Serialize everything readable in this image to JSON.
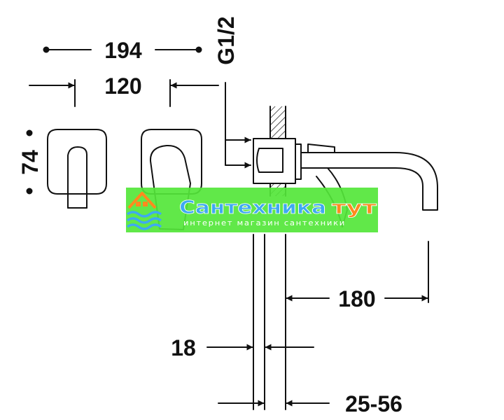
{
  "dimensions": {
    "overall_width": "194",
    "plate_spacing": "120",
    "thread": "G1/2",
    "plate_height": "74",
    "spout_length": "180",
    "wall_depth": "18",
    "install_depth": "25-56"
  },
  "watermark": {
    "title_part1": "Сантехника",
    "title_part2": "тут",
    "subtitle": "интернет магазин сантехники"
  },
  "colors": {
    "line": "#111111",
    "banner_green": "#54e63a",
    "banner_blue": "#3ea9f2",
    "banner_orange": "#ff8a1e"
  }
}
